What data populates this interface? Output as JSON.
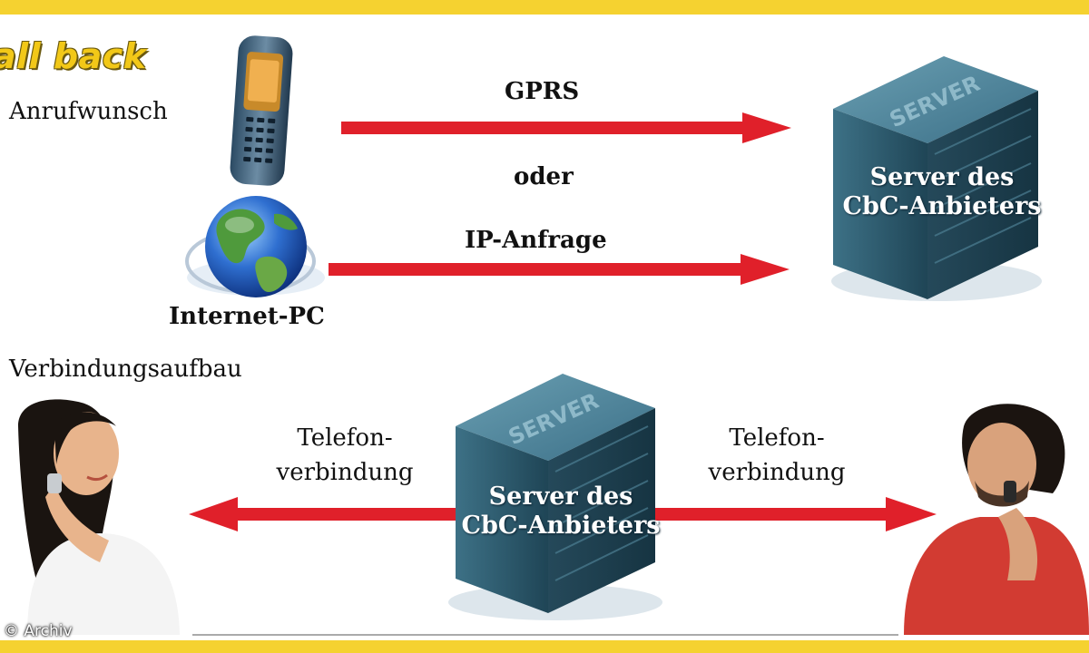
{
  "title": "all back",
  "section1_label": "Anrufwunsch",
  "section2_label": "Verbindungsaufbau",
  "gprs_label": "GPRS",
  "oder_label": "oder",
  "ip_label": "IP-Anfrage",
  "pc_label": "Internet-PC",
  "server_top": {
    "line1": "Server des",
    "line2": "CbC-Anbieters",
    "logo": "SERVER"
  },
  "server_bottom": {
    "line1": "Server des",
    "line2": "CbC-Anbieters",
    "logo": "SERVER"
  },
  "left_conn": {
    "line1": "Telefon-",
    "line2": "verbindung"
  },
  "right_conn": {
    "line1": "Telefon-",
    "line2": "verbindung"
  },
  "credit": "© Archiv",
  "colors": {
    "accent": "#f5d230",
    "arrow": "#e0202a",
    "server": "#2e5b6e"
  }
}
